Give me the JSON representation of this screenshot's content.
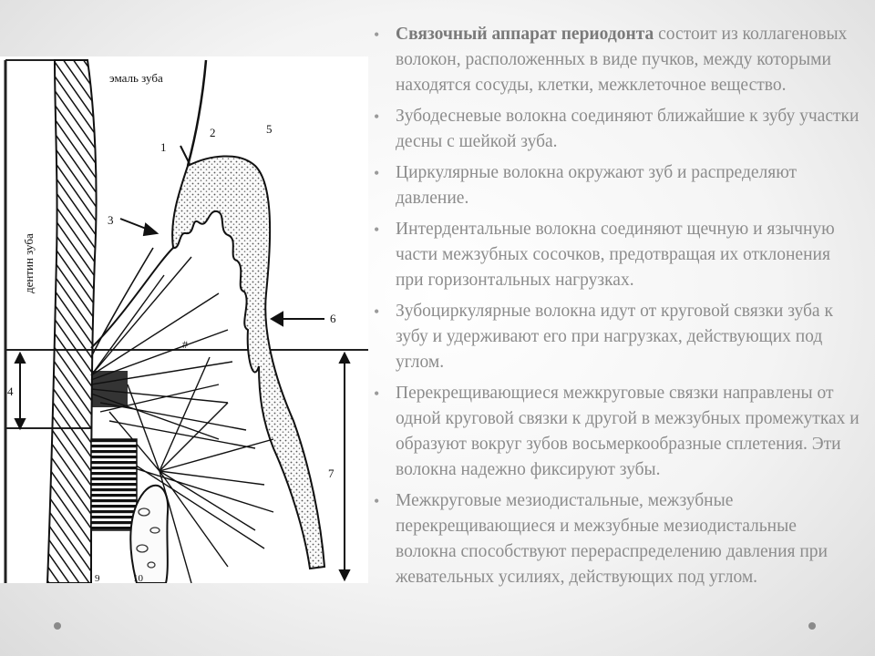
{
  "figure": {
    "labels": {
      "enamel": "эмаль зуба",
      "dentin": "дентин зуба",
      "n1": "1",
      "n2": "2",
      "n3": "3",
      "n4": "4",
      "n5": "5",
      "n6": "6",
      "n7": "7",
      "n9": "9",
      "n10": "10"
    }
  },
  "bullets": [
    {
      "strong": "Связочный аппарат периодонта",
      "text": " состоит из коллагеновых волокон, расположенных в виде пучков, между которыми находятся сосуды, клетки, межклеточное вещество."
    },
    {
      "strong": "",
      "text": "Зубодесневые волокна соединяют ближайшие к зубу участки десны с шейкой зуба."
    },
    {
      "strong": "",
      "text": "Циркулярные волокна окружают зуб и распределяют давление."
    },
    {
      "strong": "",
      "text": "Интердентальные волокна соединяют щечную и язычную части межзубных сосочков, предотвращая их отклонения при горизонтальных нагрузках."
    },
    {
      "strong": "",
      "text": "Зубоциркулярные волокна идут от круговой связки зуба к зубу и удерживают его при нагрузках, действующих под углом."
    },
    {
      "strong": "",
      "text": "Перекрещивающиеся межкруговые связки направлены от одной круговой связки к другой в межзубных промежутках и образуют вокруг зубов восьмеркообразные сплетения. Эти волокна надежно фиксируют зубы."
    },
    {
      "strong": "",
      "text": "Межкруговые мезиодистальные, межзубные перекрещивающиеся и межзубные мезиодистальные волокна способствуют перераспределению давления при жевательных усилиях, действующих под углом."
    }
  ],
  "bullet_symbol": "•"
}
